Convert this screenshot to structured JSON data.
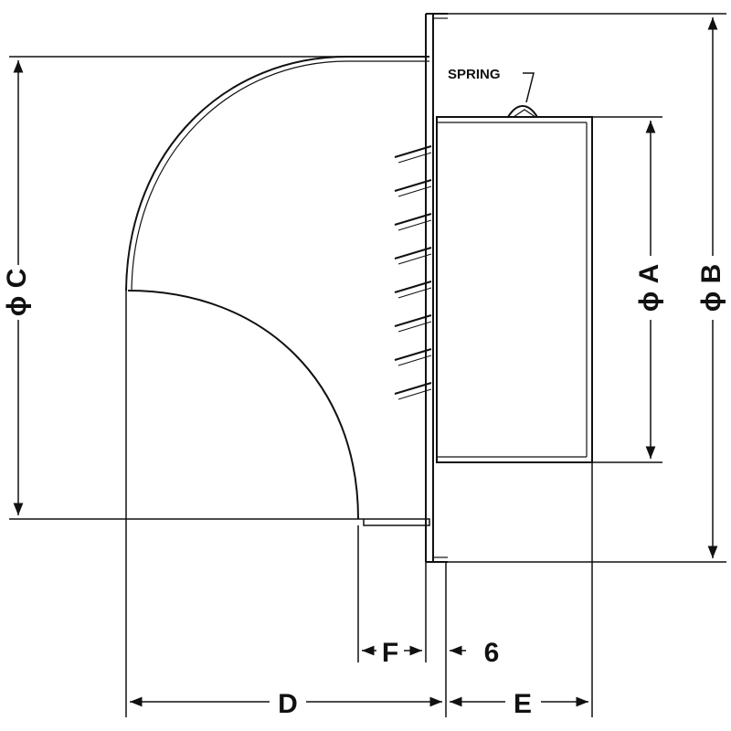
{
  "labels": {
    "phi_c": "ϕ C",
    "phi_a": "ϕ A",
    "phi_b": "ϕ B",
    "spring": "SPRING",
    "d": "D",
    "e": "E",
    "f": "F",
    "six": "6"
  },
  "colors": {
    "line": "#111111",
    "background": "#ffffff"
  }
}
